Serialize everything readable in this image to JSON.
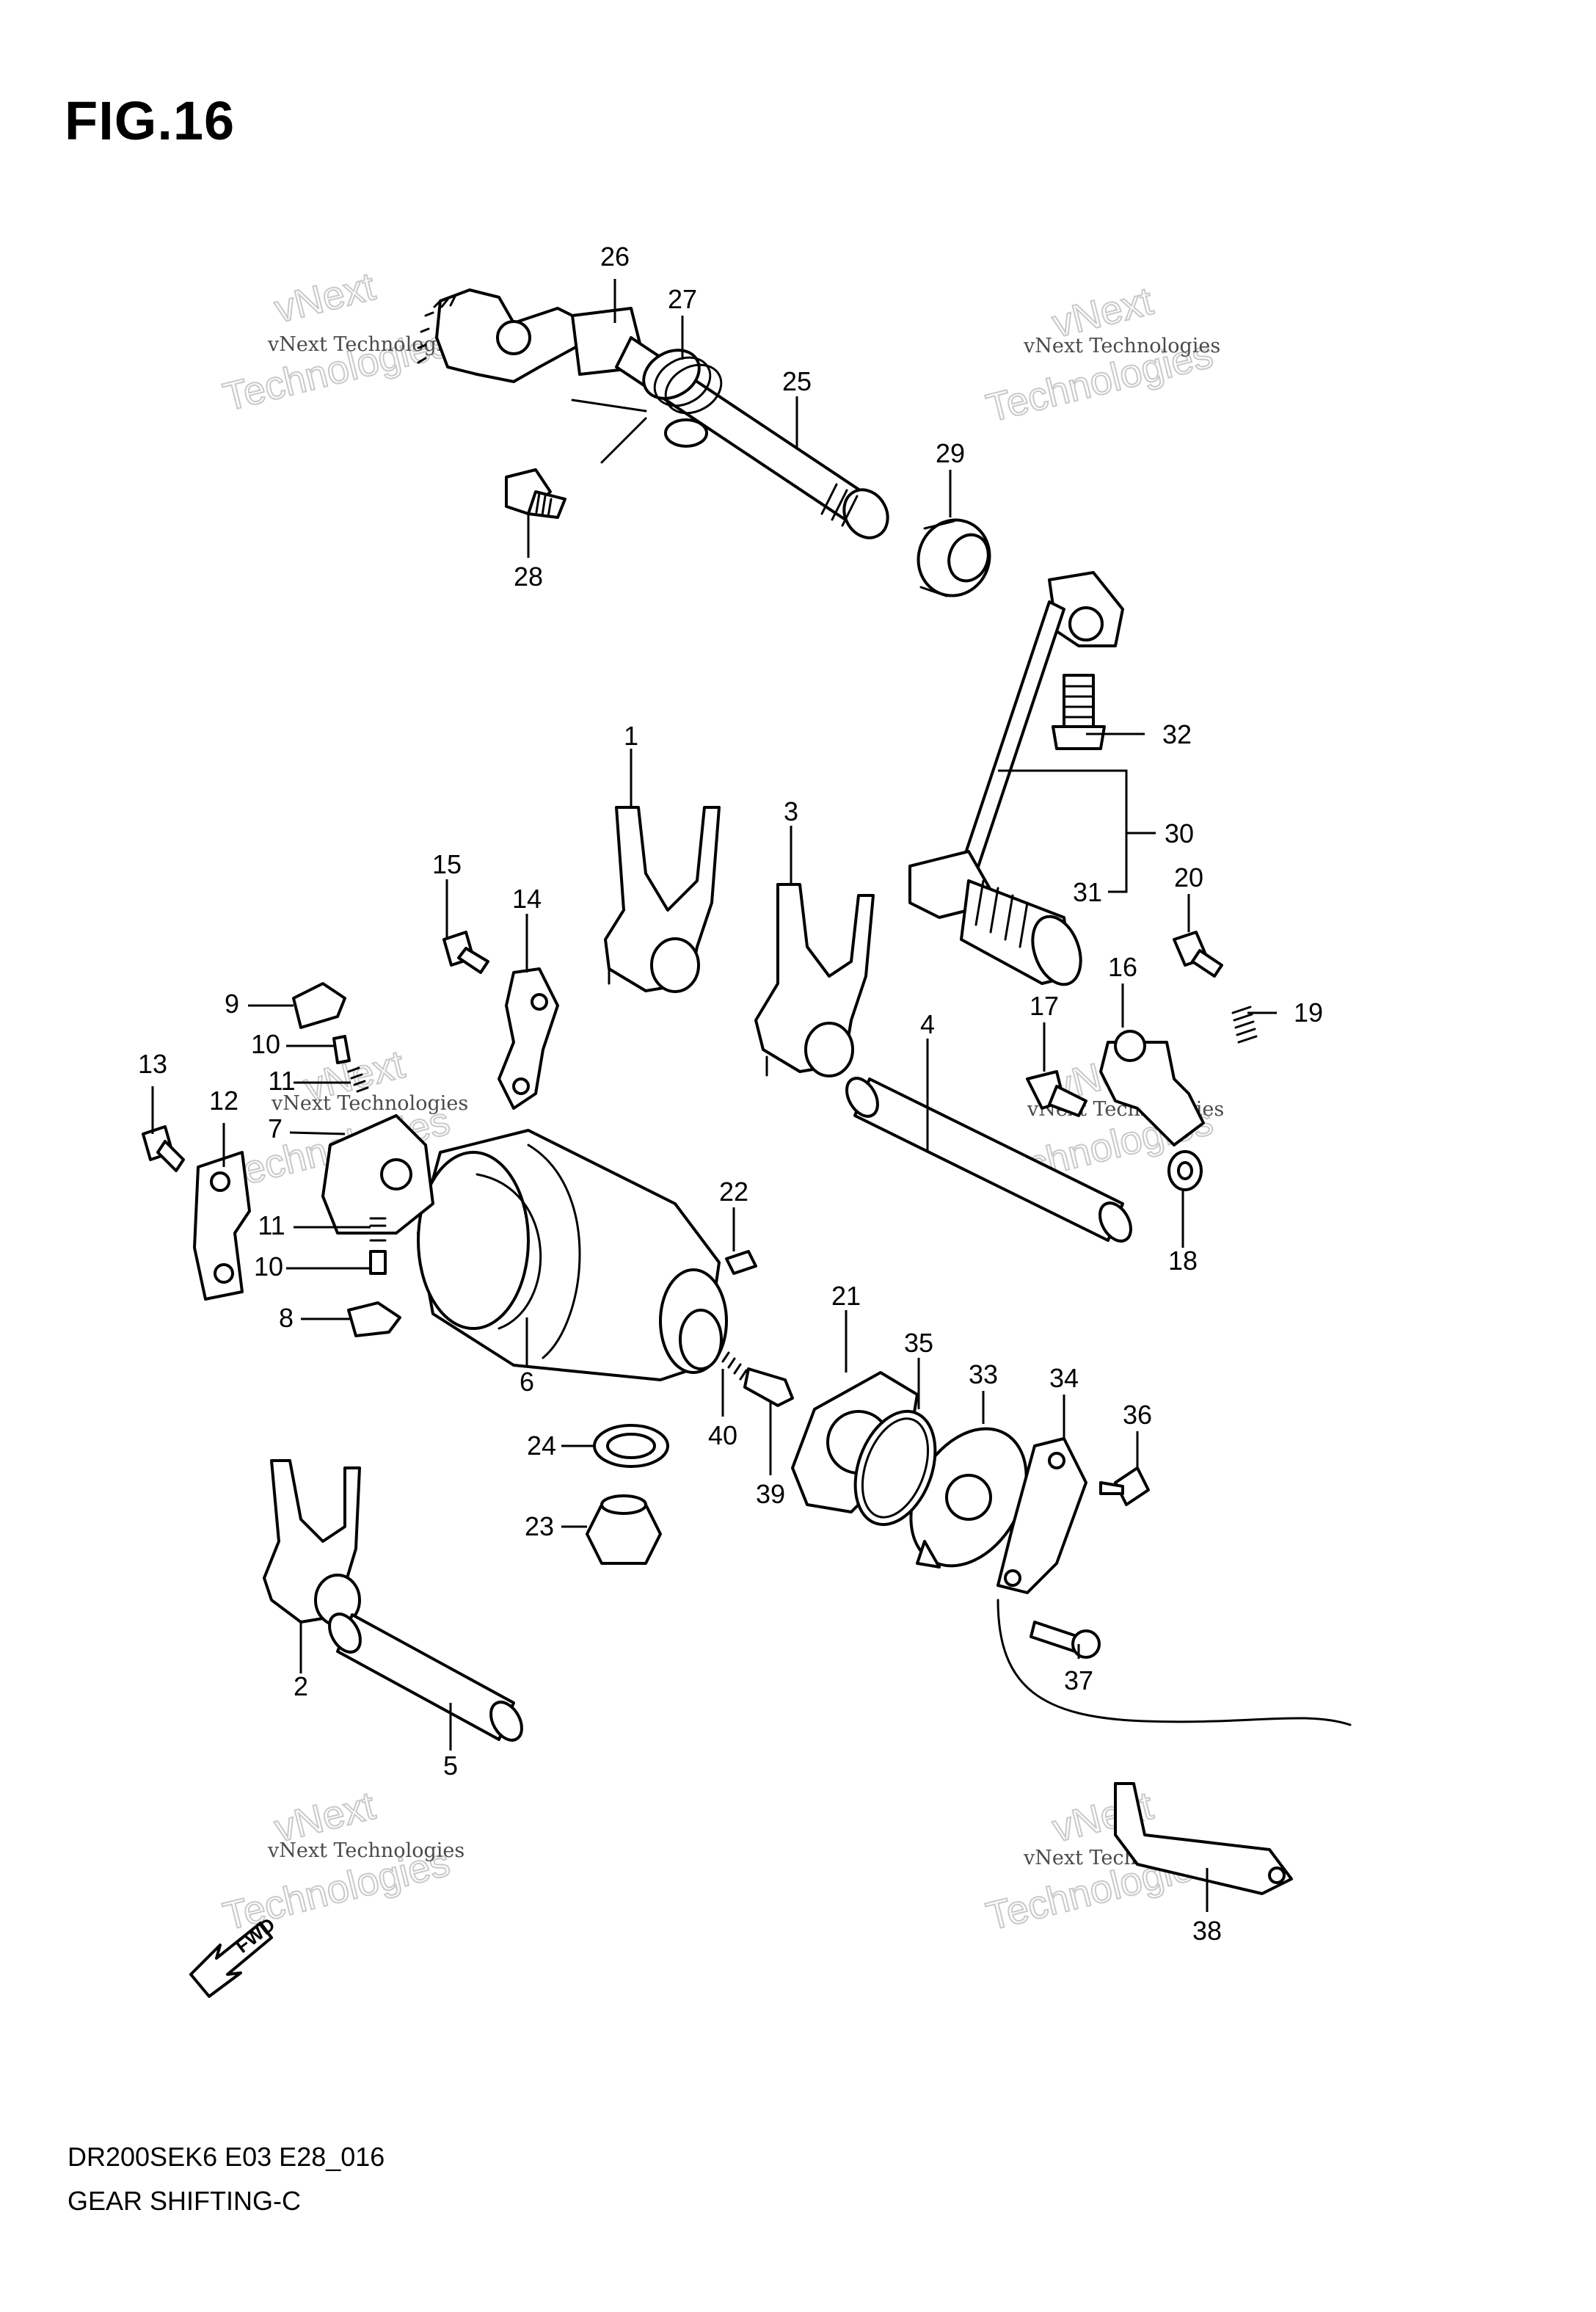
{
  "figure": {
    "title": "FIG.16",
    "diagram_code": "DR200SEK6 E03 E28_016",
    "diagram_name": "GEAR SHIFTING-C"
  },
  "watermark": {
    "small_text": "vNext Technologies",
    "big_top": "vNext",
    "big_bottom": "Technologies"
  },
  "fwd_label": "FWD",
  "callouts": [
    "1",
    "2",
    "3",
    "4",
    "5",
    "6",
    "7",
    "8",
    "9",
    "10",
    "10",
    "11",
    "11",
    "12",
    "13",
    "14",
    "15",
    "16",
    "17",
    "18",
    "19",
    "20",
    "21",
    "22",
    "23",
    "24",
    "25",
    "26",
    "27",
    "28",
    "29",
    "30",
    "31",
    "32",
    "33",
    "34",
    "35",
    "36",
    "37",
    "38",
    "39",
    "40"
  ]
}
